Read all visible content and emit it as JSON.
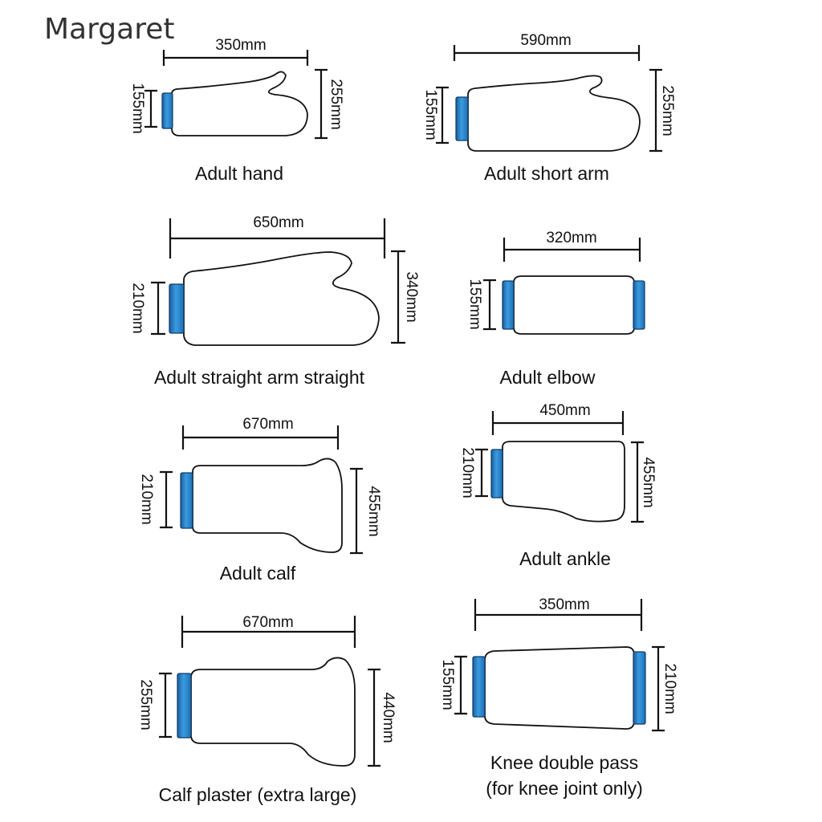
{
  "brand": "Margaret",
  "colors": {
    "cuff": "#2f8fd8",
    "cuff_dark": "#1a5e9c",
    "line": "#111111",
    "brand_text": "#333333"
  },
  "items": [
    {
      "name": "Adult hand",
      "width": "350mm",
      "height_left": "155mm",
      "height_right": "255mm"
    },
    {
      "name": "Adult short arm",
      "width": "590mm",
      "height_left": "155mm",
      "height_right": "255mm"
    },
    {
      "name": "Adult straight arm straight",
      "width": "650mm",
      "height_left": "210mm",
      "height_right": "340mm"
    },
    {
      "name": "Adult elbow",
      "width": "320mm",
      "height_left": "155mm",
      "height_right": ""
    },
    {
      "name": "Adult calf",
      "width": "670mm",
      "height_left": "210mm",
      "height_right": "455mm"
    },
    {
      "name": "Adult ankle",
      "width": "450mm",
      "height_left": "210mm",
      "height_right": "455mm"
    },
    {
      "name": "Calf plaster (extra large)",
      "width": "670mm",
      "height_left": "255mm",
      "height_right": "440mm"
    },
    {
      "name": "Knee double pass",
      "name_line2": "(for knee joint only)",
      "width": "350mm",
      "height_left": "155mm",
      "height_right": "210mm"
    }
  ]
}
